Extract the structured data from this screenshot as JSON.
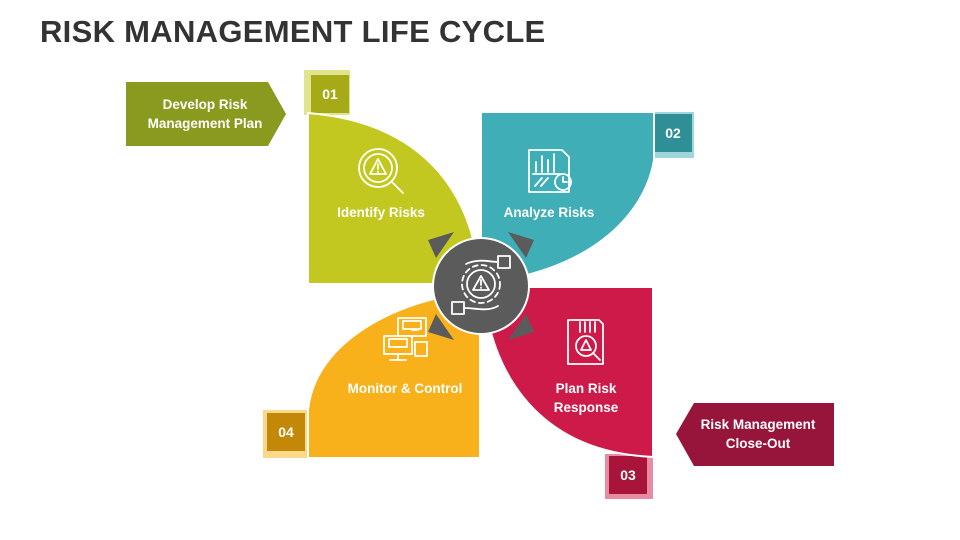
{
  "title": "RISK MANAGEMENT LIFE CYCLE",
  "colors": {
    "green": "#C3C820",
    "teal": "#3FAEB6",
    "crimson": "#CE1A48",
    "amber": "#F8B11A",
    "olive": "#8A9A1E",
    "wine": "#97143A",
    "hub": "#5B5B5B"
  },
  "start_tag": "Develop Risk Management Plan",
  "end_tag": "Risk Management Close-Out",
  "steps": [
    {
      "number": "01",
      "label": "Identify Risks",
      "icon": "search-warning-icon"
    },
    {
      "number": "02",
      "label": "Analyze Risks",
      "icon": "report-chart-icon"
    },
    {
      "number": "03",
      "label": "Plan Risk Response",
      "icon": "document-search-warning-icon"
    },
    {
      "number": "04",
      "label": "Monitor & Control",
      "icon": "monitors-icon"
    }
  ],
  "hub_icon": "hands-gear-warning-icon"
}
